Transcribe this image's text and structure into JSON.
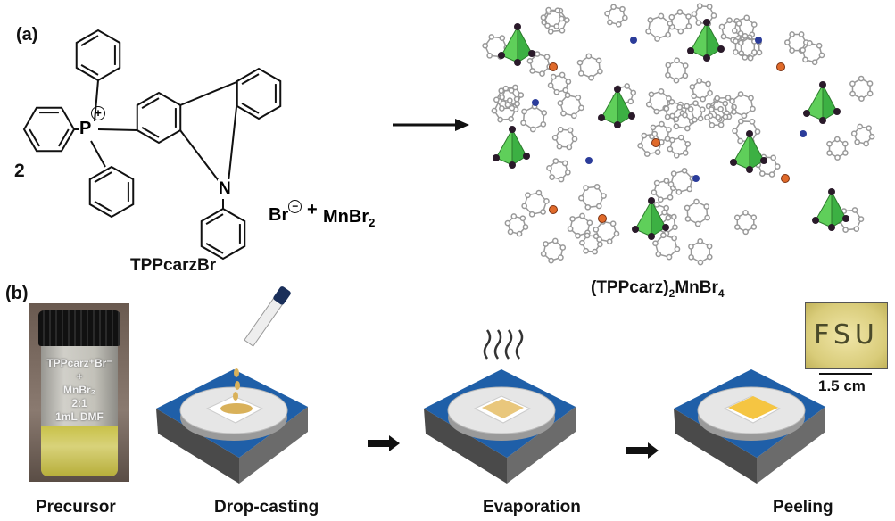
{
  "panel_a": {
    "label": "(a)",
    "coefficient": "2",
    "phosphorus": "P",
    "plus_charge": "+",
    "nitrogen": "N",
    "bromide": "Br",
    "minus_charge": "−",
    "plus": "+",
    "reagent": "MnBr",
    "reagent_sub": "2",
    "reactant_name": "TPPcarzBr",
    "product_name_pre": "(TPPcarz)",
    "product_sub1": "2",
    "product_name_mid": "MnBr",
    "product_sub2": "4"
  },
  "panel_b": {
    "label": "(b)",
    "vial_text": [
      "TPPcarz⁺Br⁻",
      "+",
      "MnBr₂",
      "2:1",
      "1mL DMF"
    ],
    "steps": [
      "Precursor",
      "Drop-casting",
      "Evaporation",
      "Peeling"
    ],
    "film_text": "FSU",
    "scale_bar": "1.5 cm"
  },
  "colors": {
    "tetrahedron": "#3cb043",
    "platform_top": "#1f5fa8",
    "platform_side": "#6b6b6b",
    "solution": "#d9b15a",
    "film": "#f5c542"
  }
}
